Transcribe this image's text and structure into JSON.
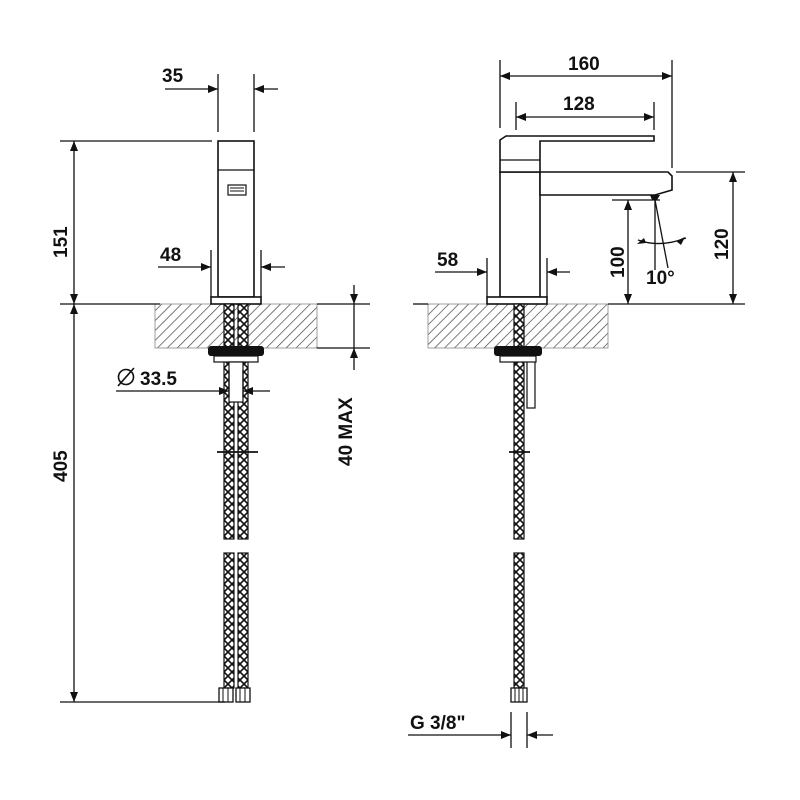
{
  "dimensions": {
    "front_width_top": "35",
    "front_height_body": "151",
    "front_base_width": "48",
    "front_below_counter": "405",
    "front_hole_diameter": "33.5",
    "counter_thickness_max": "40 MAX",
    "side_overall_length": "160",
    "side_handle_length": "128",
    "side_base_width": "58",
    "side_spout_height": "100",
    "side_total_height": "120",
    "side_angle": "10°",
    "thread_size": "G 3/8\""
  },
  "icons": {
    "diameter_symbol": "diameter-icon"
  }
}
